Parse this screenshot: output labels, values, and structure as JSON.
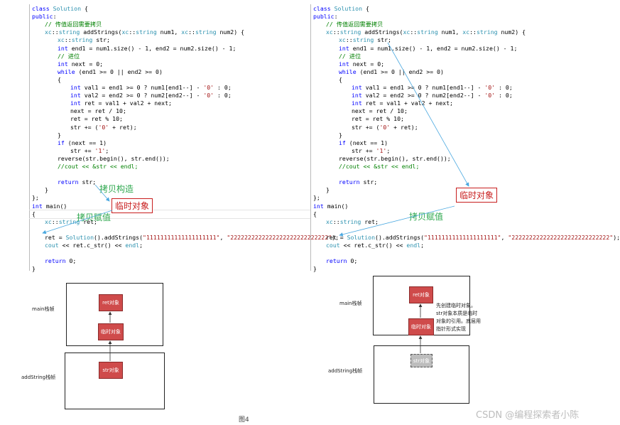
{
  "code_lines": [
    {
      "t": "class Solution {",
      "i": 0
    },
    {
      "t": "public:",
      "i": 0
    },
    {
      "t": "// 传值返回需要拷贝",
      "i": 1,
      "c": "comment"
    },
    {
      "t": "xc::string addStrings(xc::string num1, xc::string num2) {",
      "i": 1
    },
    {
      "t": "xc::string str;",
      "i": 2
    },
    {
      "t": "int end1 = num1.size() - 1, end2 = num2.size() - 1;",
      "i": 2
    },
    {
      "t": "// 进位",
      "i": 2,
      "c": "comment"
    },
    {
      "t": "int next = 0;",
      "i": 2
    },
    {
      "t": "while (end1 >= 0 || end2 >= 0)",
      "i": 2
    },
    {
      "t": "{",
      "i": 2
    },
    {
      "t": "int val1 = end1 >= 0 ? num1[end1--] - '0' : 0;",
      "i": 3
    },
    {
      "t": "int val2 = end2 >= 0 ? num2[end2--] - '0' : 0;",
      "i": 3
    },
    {
      "t": "int ret = val1 + val2 + next;",
      "i": 3
    },
    {
      "t": "next = ret / 10;",
      "i": 3
    },
    {
      "t": "ret = ret % 10;",
      "i": 3
    },
    {
      "t": "str += ('0' + ret);",
      "i": 3
    },
    {
      "t": "}",
      "i": 2
    },
    {
      "t": "if (next == 1)",
      "i": 2
    },
    {
      "t": "str += '1';",
      "i": 3
    },
    {
      "t": "reverse(str.begin(), str.end());",
      "i": 2
    },
    {
      "t": "//cout << &str << endl;",
      "i": 2,
      "c": "comment"
    },
    {
      "t": "",
      "i": 0
    },
    {
      "t": "return str;",
      "i": 2
    },
    {
      "t": "}",
      "i": 1
    },
    {
      "t": "};",
      "i": 0
    },
    {
      "t": "int main()",
      "i": 0
    },
    {
      "t": "{",
      "i": 0
    },
    {
      "t": "xc::string ret;",
      "i": 1
    },
    {
      "t": "",
      "i": 0
    },
    {
      "t": "ret = Solution().addStrings(\"11111111111111111111\", \"2222222222222222222222222222\");",
      "i": 1
    },
    {
      "t": "cout << ret.c_str() << endl;",
      "i": 1
    },
    {
      "t": "",
      "i": 0
    },
    {
      "t": "return 0;",
      "i": 1
    },
    {
      "t": "}",
      "i": 0
    }
  ],
  "left": {
    "anno_copy_construct": "拷贝构造",
    "anno_temp_object": "临时对象",
    "anno_copy_assign": "拷贝赋值",
    "frame_main": "main栈帧",
    "frame_add": "addString栈帧",
    "obj_ret": "ret对象",
    "obj_temp": "临时对象",
    "obj_str": "str对象"
  },
  "right": {
    "anno_temp_object": "临时对象",
    "anno_copy_assign": "拷贝赋值",
    "frame_main": "main栈帧",
    "frame_add": "addString栈帧",
    "obj_ret": "ret对象",
    "obj_temp": "临时对象",
    "obj_str": "str对象",
    "note": "先创建临时对象。str对象本质是临时对象的引用。底层用指针形式实现"
  },
  "caption": "图4",
  "watermark": "CSDN @编程探索者小陈",
  "colors": {
    "keyword": "#0000ff",
    "type": "#2b91af",
    "comment": "#008000",
    "string": "#a31515",
    "arrow": "#4aa8e0",
    "green": "#2fa84f",
    "red": "#c81e1e"
  }
}
